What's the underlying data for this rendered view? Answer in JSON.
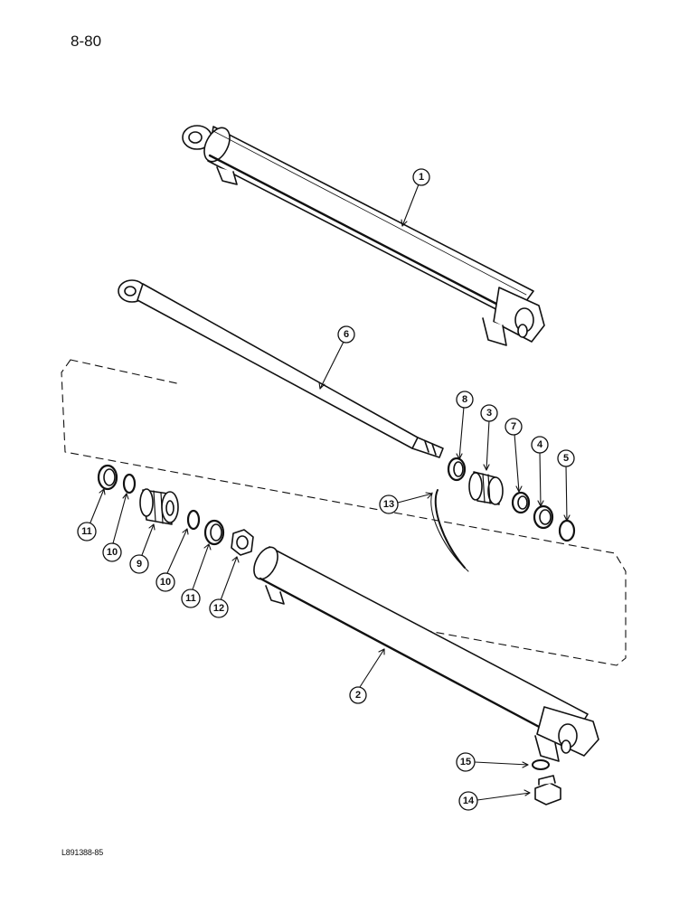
{
  "page": {
    "number": "8-80",
    "figure_code": "L891388-85"
  },
  "callouts": [
    {
      "id": "c1",
      "label": "1"
    },
    {
      "id": "c6",
      "label": "6"
    },
    {
      "id": "c8",
      "label": "8"
    },
    {
      "id": "c3",
      "label": "3"
    },
    {
      "id": "c7",
      "label": "7"
    },
    {
      "id": "c4",
      "label": "4"
    },
    {
      "id": "c5",
      "label": "5"
    },
    {
      "id": "c13",
      "label": "13"
    },
    {
      "id": "c11a",
      "label": "11"
    },
    {
      "id": "c10a",
      "label": "10"
    },
    {
      "id": "c9",
      "label": "9"
    },
    {
      "id": "c10b",
      "label": "10"
    },
    {
      "id": "c11b",
      "label": "11"
    },
    {
      "id": "c12",
      "label": "12"
    },
    {
      "id": "c2",
      "label": "2"
    },
    {
      "id": "c15",
      "label": "15"
    },
    {
      "id": "c14",
      "label": "14"
    }
  ]
}
